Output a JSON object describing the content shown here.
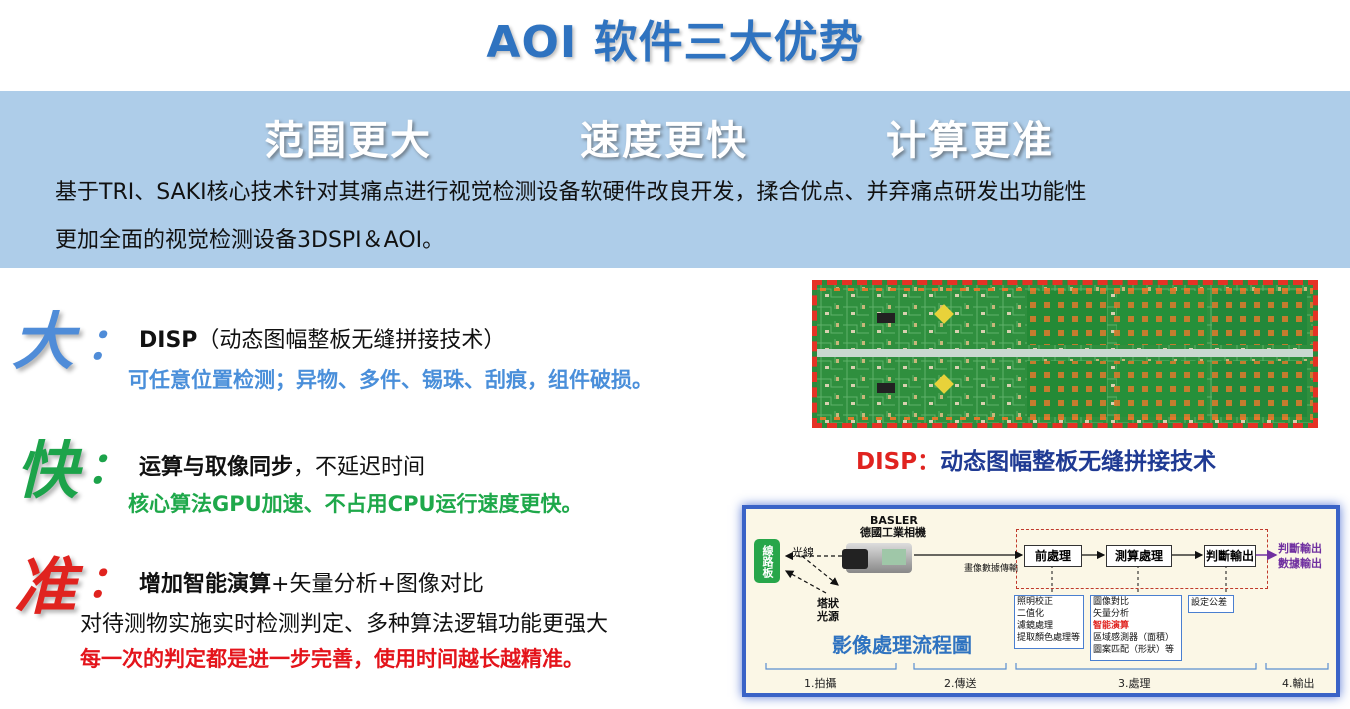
{
  "header": {
    "title": "AOI 软件三大优势"
  },
  "advantages_row": {
    "items": [
      "范围更大",
      "速度更快",
      "计算更准"
    ]
  },
  "intro": {
    "line1": "基于TRI、SAKI核心技术针对其痛点进行视觉检测设备软硬件改良开发，揉合优点、并弃痛点研发出功能性",
    "line2": "更加全面的视觉检测设备3DSPI＆AOI。"
  },
  "sections": {
    "da": {
      "char": "大",
      "colon": "：",
      "bold": "DISP",
      "rest": "（动态图幅整板无缝拼接技术）",
      "sub": "可任意位置检测；异物、多件、锡珠、刮痕，组件破损。"
    },
    "kuai": {
      "char": "快",
      "colon": "：",
      "bold": "运算与取像同步",
      "rest": "，不延迟时间",
      "sub": "核心算法GPU加速、不占用CPU运行速度更快。"
    },
    "zhun": {
      "char": "准",
      "colon": "：",
      "bold": "增加智能演算",
      "rest": "+矢量分析+图像对比",
      "line2": "对待测物实施实时检测判定、多种算法逻辑功能更强大",
      "sub": "每一次的判定都是进一步完善，使用时间越长越精准。"
    }
  },
  "pcb_caption": {
    "red": "DISP：",
    "blue": "动态图幅整板无缝拼接技术"
  },
  "flow": {
    "board": "線路板",
    "light_label": "光線",
    "light_source": "塔狀光源",
    "camera_brand": "BASLER",
    "camera_name": "德國工業相機",
    "transfer": "畫像數據傳輸",
    "step1": "前處理",
    "step2": "測算處理",
    "step3": "判斷輸出",
    "output1": "判斷輸出",
    "output2": "數據輸出",
    "pre_items": [
      "照明校正",
      "二值化",
      "濾鏡處理",
      "提取顏色處理等"
    ],
    "calc_items": [
      "圖像對比",
      "矢量分析",
      "智能演算",
      "區域感測器（面積）",
      "圖案匹配（形狀）等"
    ],
    "calc_highlight": "智能演算",
    "judge_items": [
      "設定公差"
    ],
    "diagram_title": "影像處理流程圖",
    "stages": [
      "1.拍攝",
      "2.傳送",
      "3.處理",
      "4.輸出"
    ]
  },
  "colors": {
    "title_blue": "#2f73c0",
    "band_blue": "#aecde9",
    "da_blue": "#4f8cd8",
    "kuai_green": "#1ca34a",
    "zhun_red": "#e0231f",
    "sub_blue": "#4a8fda",
    "sub_green": "#1ea84a",
    "sub_red": "#e4141b",
    "caption_navy": "#1f3a93",
    "flow_purple": "#7030a0"
  }
}
